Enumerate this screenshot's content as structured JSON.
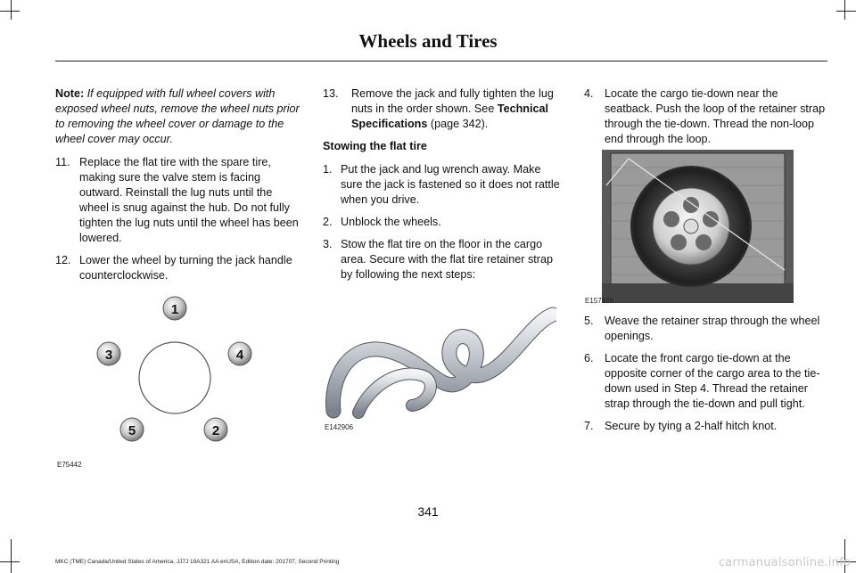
{
  "header": {
    "title": "Wheels and Tires"
  },
  "col1": {
    "note_label": "Note:",
    "note_text": "If equipped with full wheel covers with exposed wheel nuts, remove the wheel nuts prior to removing the wheel cover or damage to the wheel cover may occur.",
    "steps": [
      {
        "num": "11.",
        "text": "Replace the flat tire with the spare tire, making sure the valve stem is facing outward. Reinstall the lug nuts until the wheel is snug against the hub. Do not fully tighten the lug nuts until the wheel has been lowered."
      },
      {
        "num": "12.",
        "text": "Lower the wheel by turning the jack handle counterclockwise."
      }
    ],
    "figure": {
      "id": "E75442",
      "lug_labels": [
        "1",
        "2",
        "3",
        "4",
        "5"
      ]
    }
  },
  "col2": {
    "step13": {
      "num": "13.",
      "text": "Remove the jack and fully tighten the lug nuts in the order shown. See",
      "link": "Technical Specifications",
      "page_ref": "(page 342)."
    },
    "subheading": "Stowing the flat tire",
    "steps": [
      {
        "num": "1.",
        "text": "Put the jack and lug wrench away. Make sure the jack is fastened so it does not rattle when you drive."
      },
      {
        "num": "2.",
        "text": "Unblock the wheels."
      },
      {
        "num": "3.",
        "text": "Stow the flat tire on the floor in the cargo area. Secure with the flat tire retainer strap by following the next steps:"
      }
    ],
    "figure": {
      "id": "E142906"
    }
  },
  "col3": {
    "step4": {
      "num": "4.",
      "text": "Locate the cargo tie-down near the seatback. Push the loop of the retainer strap through the tie-down. Thread the non-loop end through the loop."
    },
    "figure": {
      "id": "E157926"
    },
    "steps": [
      {
        "num": "5.",
        "text": "Weave the retainer strap through the wheel openings."
      },
      {
        "num": "6.",
        "text": "Locate the front cargo tie-down at the opposite corner of the cargo area to the tie-down used in Step 4. Thread the retainer strap through the tie-down and pull tight."
      },
      {
        "num": "7.",
        "text": "Secure by tying a 2-half hitch knot."
      }
    ]
  },
  "page_number": "341",
  "footer": "MKC (TME) Canada/United States of America, JJ7J 19A321 AA enUSA, Edition date: 201707, Second Printing",
  "watermark": "carmanualsonline.info"
}
